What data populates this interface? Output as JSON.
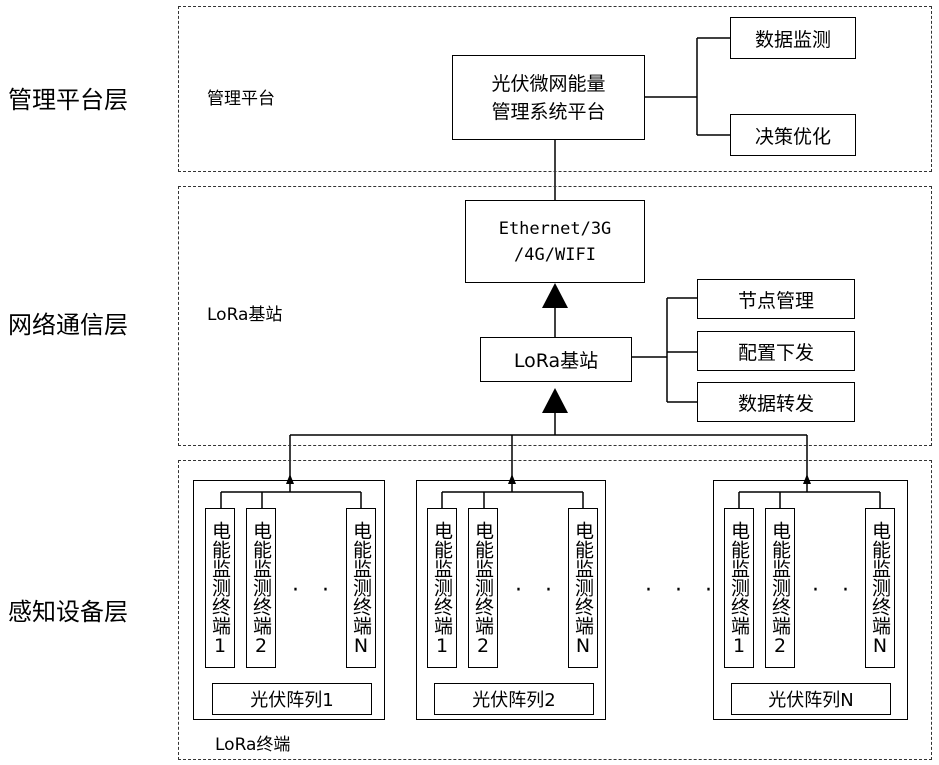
{
  "layers": {
    "management": "管理平台层",
    "network": "网络通信层",
    "perception": "感知设备层"
  },
  "panel_labels": {
    "management": "管理平台",
    "network": "LoRa基站",
    "perception": "LoRa终端"
  },
  "management": {
    "platform_line1": "光伏微网能量",
    "platform_line2": "管理系统平台",
    "functions": [
      "数据监测",
      "决策优化"
    ]
  },
  "network": {
    "gateway_line1": "Ethernet/3G",
    "gateway_line2": "/4G/WIFI",
    "base_station": "LoRa基站",
    "functions": [
      "节点管理",
      "配置下发",
      "数据转发"
    ]
  },
  "perception": {
    "terminal_1": "电能监测终端1",
    "terminal_2": "电能监测终端2",
    "terminal_n": "电能监测终端N",
    "dots": "· · ·",
    "arrays": [
      "光伏阵列1",
      "光伏阵列2",
      "光伏阵列N"
    ]
  }
}
